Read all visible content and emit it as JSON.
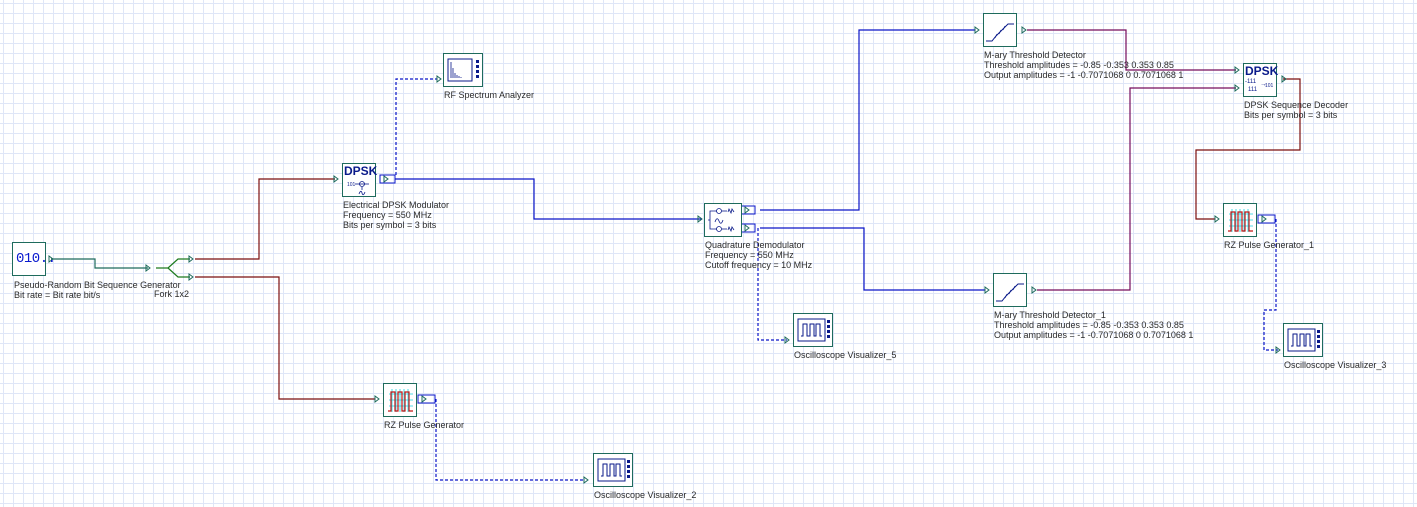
{
  "components": {
    "prbs": {
      "icon": "bit-sequence-icon",
      "icon_text": "010..",
      "name": "Pseudo-Random Bit Sequence Generator",
      "params": [
        "Bit rate = Bit rate  bit/s"
      ]
    },
    "fork": {
      "icon": "fork-icon",
      "name": "Fork 1x2"
    },
    "dpsk_mod": {
      "icon": "dpsk-modulator-icon",
      "icon_text": "DPSK",
      "name": "Electrical DPSK Modulator",
      "params": [
        "Frequency = 550  MHz",
        "Bits per symbol = 3  bits"
      ]
    },
    "rf_spectrum": {
      "icon": "spectrum-analyzer-icon",
      "name": "RF Spectrum Analyzer"
    },
    "quad_demod": {
      "icon": "quadrature-demodulator-icon",
      "name": "Quadrature Demodulator",
      "params": [
        "Frequency = 550  MHz",
        "Cutoff frequency = 10  MHz"
      ]
    },
    "threshold_0": {
      "icon": "threshold-detector-icon",
      "name": "M-ary Threshold Detector",
      "params": [
        "Threshold amplitudes = -0.85 -0.353 0.353 0.85",
        "Output amplitudes = -1 -0.7071068 0 0.7071068 1"
      ]
    },
    "threshold_1": {
      "icon": "threshold-detector-icon",
      "name": "M-ary Threshold Detector_1",
      "params": [
        "Threshold amplitudes = -0.85 -0.353 0.353 0.85",
        "Output amplitudes = -1 -0.7071068 0 0.7071068 1"
      ]
    },
    "dpsk_dec": {
      "icon": "dpsk-decoder-icon",
      "icon_text": "DPSK",
      "icon_sub": [
        "-111",
        "111",
        "101"
      ],
      "name": "DPSK Sequence Decoder",
      "params": [
        "Bits per symbol = 3  bits"
      ]
    },
    "rz_0": {
      "icon": "rz-pulse-icon",
      "name": "RZ Pulse Generator"
    },
    "rz_1": {
      "icon": "rz-pulse-icon",
      "name": "RZ Pulse Generator_1"
    },
    "osc_2": {
      "icon": "oscilloscope-icon",
      "name": "Oscilloscope Visualizer_2"
    },
    "osc_3": {
      "icon": "oscilloscope-icon",
      "name": "Oscilloscope Visualizer_3"
    },
    "osc_5": {
      "icon": "oscilloscope-icon",
      "name": "Oscilloscope Visualizer_5"
    }
  },
  "connections": [
    {
      "from": "prbs",
      "to": "fork",
      "type": "binary"
    },
    {
      "from": "fork",
      "to": "dpsk_mod",
      "type": "binary"
    },
    {
      "from": "fork",
      "to": "rz_0",
      "type": "binary"
    },
    {
      "from": "dpsk_mod",
      "to": "quad_demod",
      "type": "electrical"
    },
    {
      "from": "dpsk_mod",
      "to": "rf_spectrum",
      "type": "electrical-monitor"
    },
    {
      "from": "quad_demod",
      "to": "threshold_0",
      "type": "electrical"
    },
    {
      "from": "quad_demod",
      "to": "threshold_1",
      "type": "electrical"
    },
    {
      "from": "quad_demod",
      "to": "osc_5",
      "type": "electrical-monitor"
    },
    {
      "from": "threshold_0",
      "to": "dpsk_dec",
      "type": "mary"
    },
    {
      "from": "threshold_1",
      "to": "dpsk_dec",
      "type": "mary"
    },
    {
      "from": "dpsk_dec",
      "to": "rz_1",
      "type": "binary"
    },
    {
      "from": "rz_0",
      "to": "osc_2",
      "type": "electrical-monitor"
    },
    {
      "from": "rz_1",
      "to": "osc_3",
      "type": "electrical-monitor"
    }
  ],
  "colors": {
    "binary_wire": "#7b0f0f",
    "electrical_wire": "#0a14c8",
    "mary_wire": "#760c5c",
    "fork_wire": "#1d7a1d",
    "component_border": "#1e6b5c",
    "icon_blue": "#0a1a8a",
    "grid": "#dfe6f7"
  }
}
